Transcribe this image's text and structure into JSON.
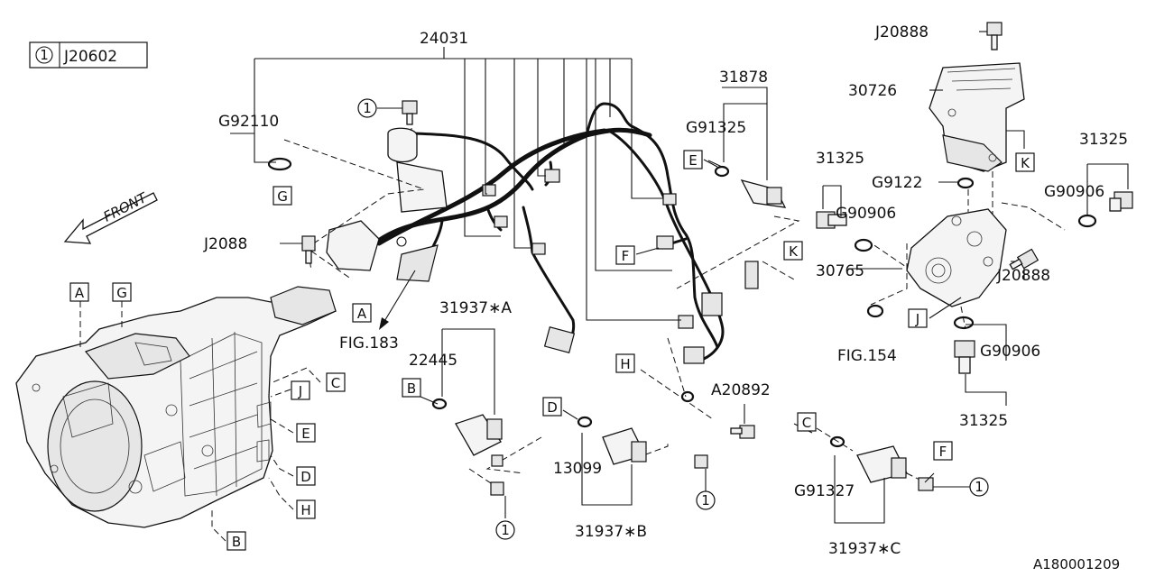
{
  "legend": {
    "circle_num": "1",
    "part": "J20602"
  },
  "callouts": {
    "harness": "24031",
    "g92110": "G92110",
    "j2088": "J2088",
    "circle1_top": "1",
    "fig183": "FIG.183",
    "p31937a": "31937∗A",
    "p22445": "22445",
    "p31878": "31878",
    "g91325": "G91325",
    "j20888_top": "J20888",
    "p30726": "30726",
    "p31325_left": "31325",
    "g9122": "G9122",
    "g90906_left": "G90906",
    "p31325_right": "31325",
    "g90906_right": "G90906",
    "p30765": "30765",
    "j20888_mid": "J20888",
    "fig154": "FIG.154",
    "g90906_bottom": "G90906",
    "p31325_bottom": "31325",
    "a20892": "A20892",
    "p13099": "13099",
    "p31937b": "31937∗B",
    "g91327": "G91327",
    "p31937c": "31937∗C",
    "circle1_b": "1",
    "circle1_c": "1",
    "circle1_d": "1",
    "front": "FRONT",
    "ref": "A180001209"
  },
  "letter_boxes": {
    "A_trans": "A",
    "G_trans": "G",
    "C_trans": "C",
    "J_trans": "J",
    "E_trans": "E",
    "D_trans": "D",
    "H_trans": "H",
    "B_trans": "B",
    "G_top": "G",
    "A_harness": "A",
    "B_sensor": "B",
    "E_sensor": "E",
    "F_harness": "F",
    "K_harness": "K",
    "K_cover": "K",
    "J_block": "J",
    "H_mid": "H",
    "D_mid": "D",
    "C_low": "C",
    "F_low": "F"
  }
}
